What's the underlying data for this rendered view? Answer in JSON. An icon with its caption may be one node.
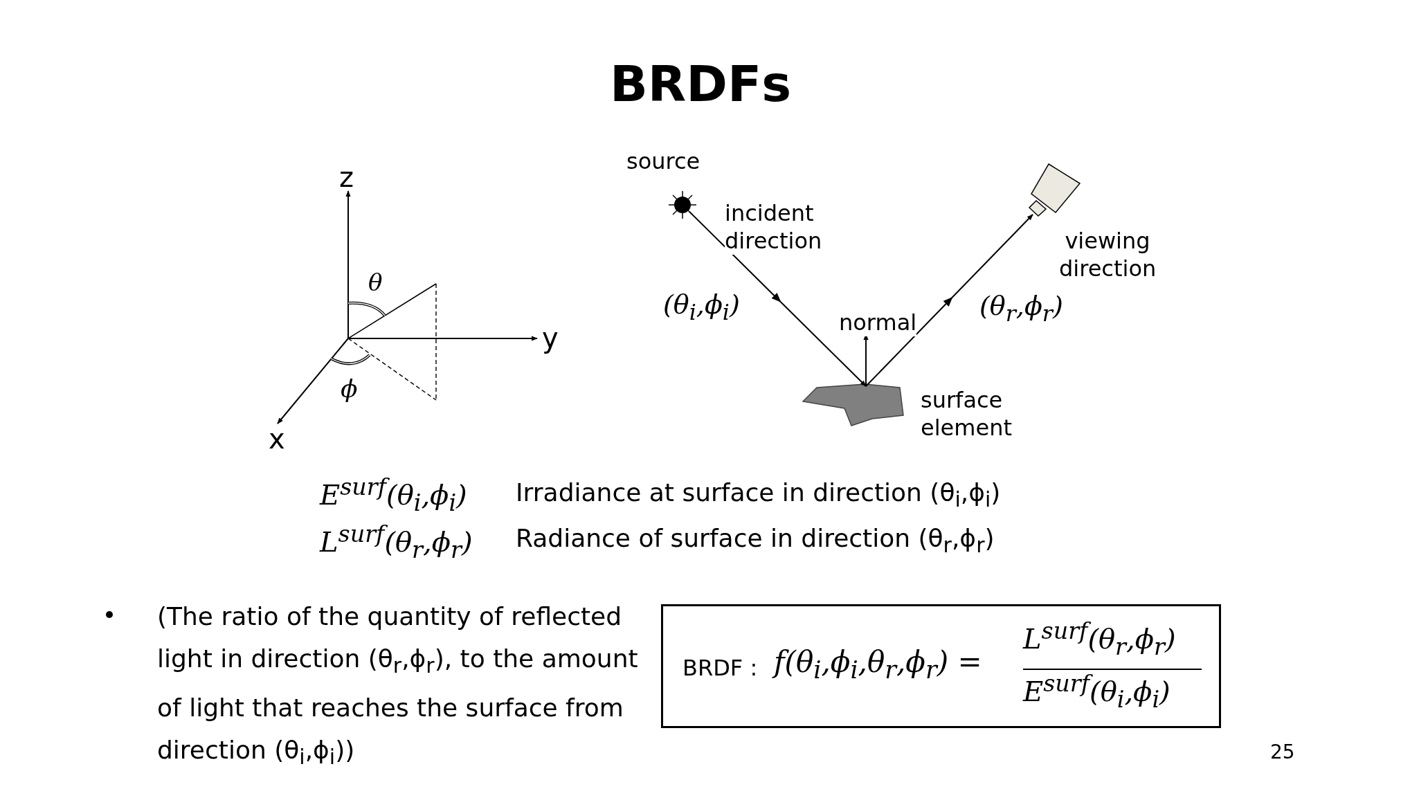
{
  "diagram": {
    "title": "BRDFs",
    "nodes": [
      {
        "text": [],
        "shape": "circle",
        "beside": [
          "source"
        ]
      },
      {
        "text": [],
        "shape": "picture",
        "beside": [
          "surface element"
        ]
      },
      {
        "text": [],
        "shape": "picture"
      },
      {
        "text": [
          "BRDF :",
          "f(θ$_{i}$,ϕ$_{i}$,θ$_{r}$,ϕ$_{r}$) =",
          "L$^{surf}$(θ$_{r}$,ϕ$_{r}$)",
          "E$^{surf}$(θ$_{i}$,ϕ$_{i}$)"
        ]
      }
    ],
    "edges": [
      {
        "from": 0,
        "to": 1,
        "arrow": "to",
        "label": "incident direction"
      },
      {
        "from": 1,
        "to": 2,
        "arrow": "to",
        "label": "viewing direction"
      },
      {
        "from": 1,
        "to": null,
        "arrow": "to",
        "label": "normal"
      }
    ],
    "labels": [
      "z",
      "θ",
      "y",
      "ϕ",
      "x",
      "(θ$_{i}$,ϕ$_{i}$)",
      "(θ$_{r}$,ϕ$_{r}$)",
      "E$^{surf}$(θ$_{i}$,ϕ$_{i}$)",
      "Irradiance at surface in direction (θ$_{i}$,ϕ$_{i}$)",
      "L$^{surf}$(θ$_{r}$,ϕ$_{r}$)",
      "Radiance of surface in direction (θ$_{r}$,ϕ$_{r}$)",
      "(The ratio of the quantity of reflected light in direction (θ$_{r}$,ϕ$_{r}$), to the amount of light that reaches the surface from direction (θ$_{i}$,ϕ$_{i}$))",
      "25"
    ]
  }
}
